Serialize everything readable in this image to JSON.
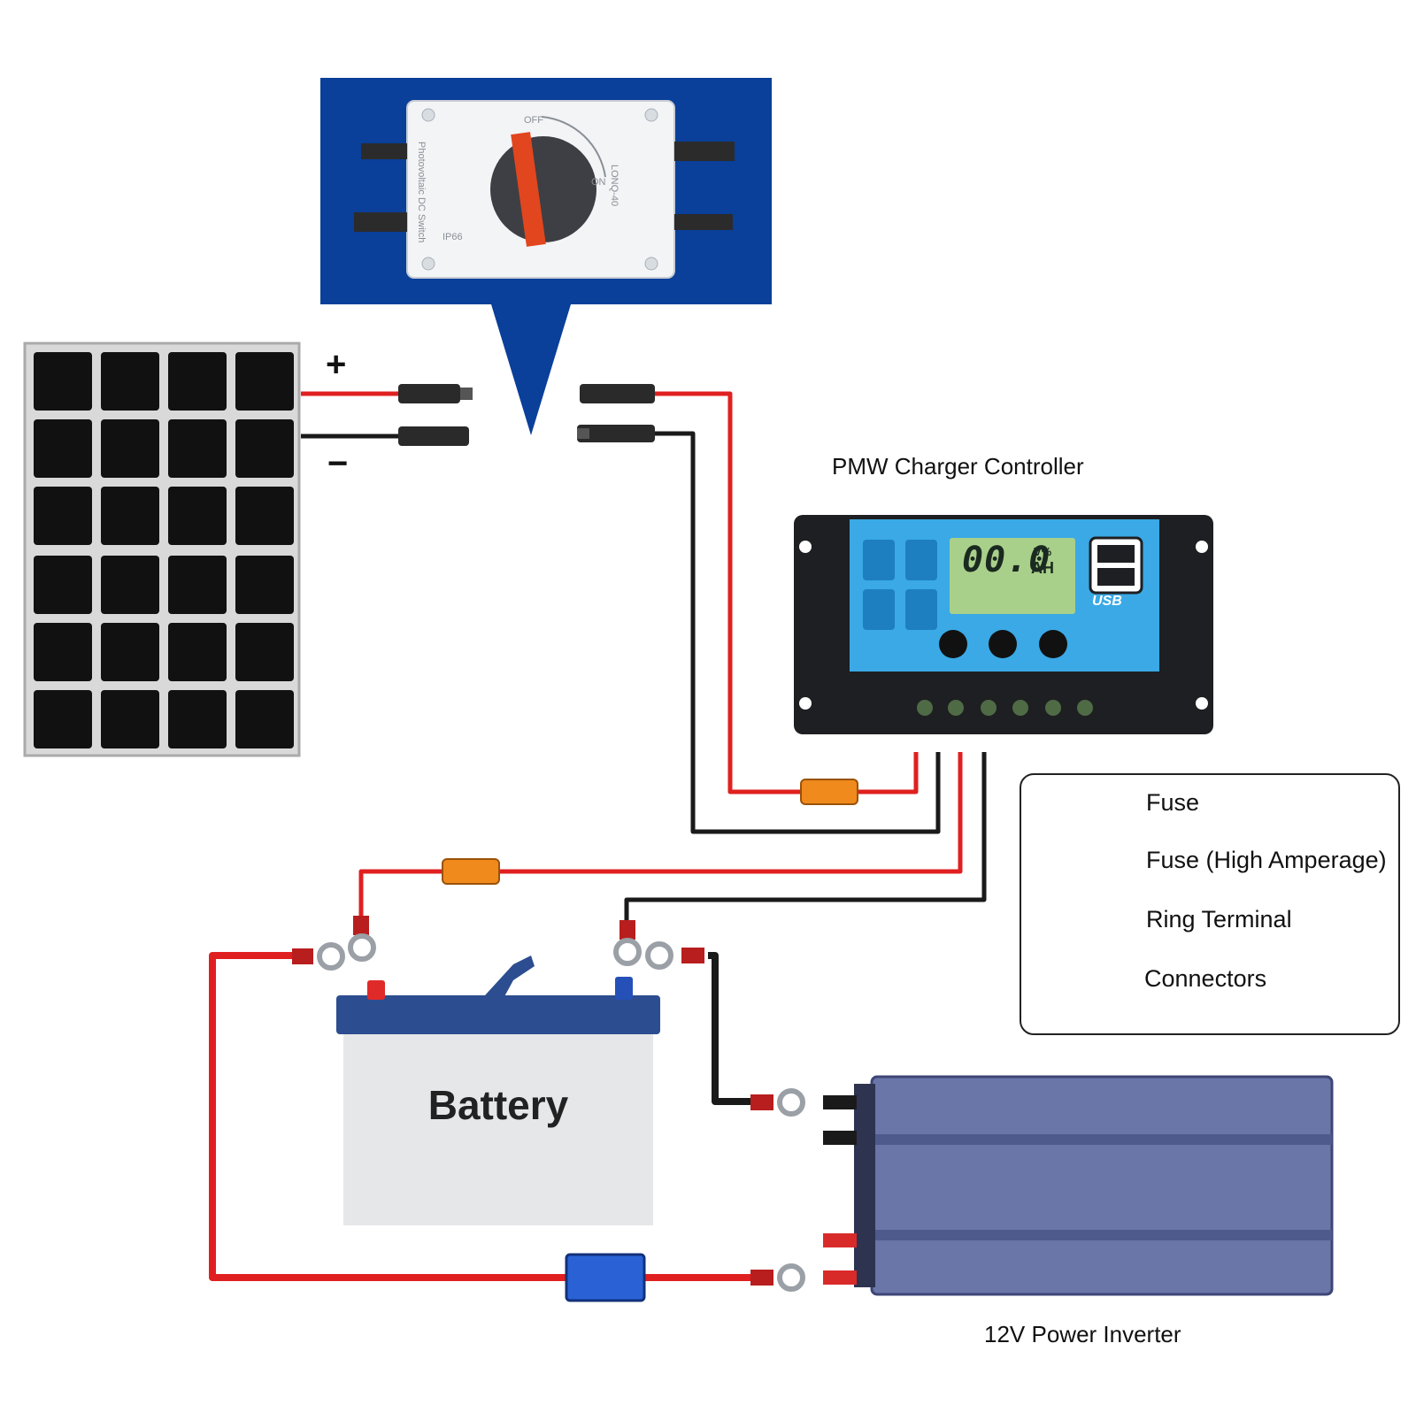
{
  "labels": {
    "controller": "PMW Charger Controller",
    "inverter": "12V Power Inverter",
    "battery": "Battery",
    "plus": "+",
    "minus": "−"
  },
  "legend": {
    "fuse": "Fuse",
    "fuse_high": "Fuse (High Amperage)",
    "ring_terminal": "Ring Terminal",
    "connectors": "Connectors"
  },
  "controller_display": {
    "reading": "00.0",
    "unit_top": "V%",
    "unit_bottom": "AH",
    "usb": "USB"
  },
  "switch": {
    "off": "OFF",
    "on": "ON",
    "model": "LONQ-40",
    "rating": "IP66",
    "desc": "Photovoltaic DC Switch"
  },
  "colors": {
    "wire_red": "#e02020",
    "wire_black": "#1a1a1a",
    "callout_blue": "#0a3f9a",
    "fuse_orange": "#f08a1c",
    "fuse_blue": "#2a62d6",
    "lcd_screen": "#3aa9e6",
    "inverter_body": "#6a76a8",
    "battery_lid": "#2c4d8f"
  }
}
